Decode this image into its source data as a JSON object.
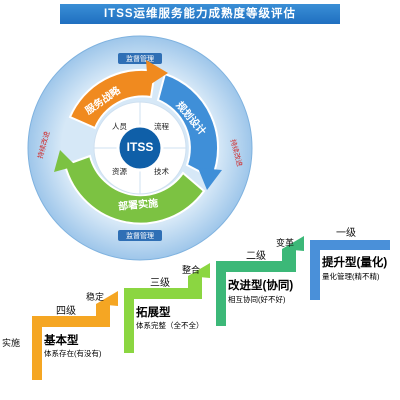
{
  "title": "ITSS运维服务能力成熟度等级评估",
  "wheel": {
    "center": "ITSS",
    "labels": {
      "supervision_top": "监督管理",
      "supervision_bottom": "监督管理",
      "sustain_left": "持续改进",
      "sustain_right": "持续改进",
      "service_strategy": "服务战略",
      "planning_design": "规划设计",
      "deployment": "部署实施"
    },
    "elements": {
      "people": "人员",
      "process": "流程",
      "resources": "资源",
      "technology": "技术"
    },
    "colors": {
      "orange": "#f08a1f",
      "blue": "#3f8fd8",
      "green": "#7cc242",
      "outer_ring": "#b9d7ef",
      "center": "#0f5fa8"
    }
  },
  "steps": [
    {
      "action": "实施",
      "level": "四级",
      "name": "基本型",
      "desc": "体系存在(有没有)",
      "color": "#f5a623"
    },
    {
      "action": "稳定",
      "level": "三级",
      "name": "拓展型",
      "desc": "体系完整（全不全）",
      "color": "#8bd641"
    },
    {
      "action": "整合",
      "level": "二级",
      "name": "改进型(协同)",
      "desc": "相互协同(好不好)",
      "color": "#3cb878"
    },
    {
      "action": "变革",
      "level": "一级",
      "name": "提升型(量化)",
      "desc": "量化管理(精不精)",
      "color": "#4a90d9"
    }
  ]
}
